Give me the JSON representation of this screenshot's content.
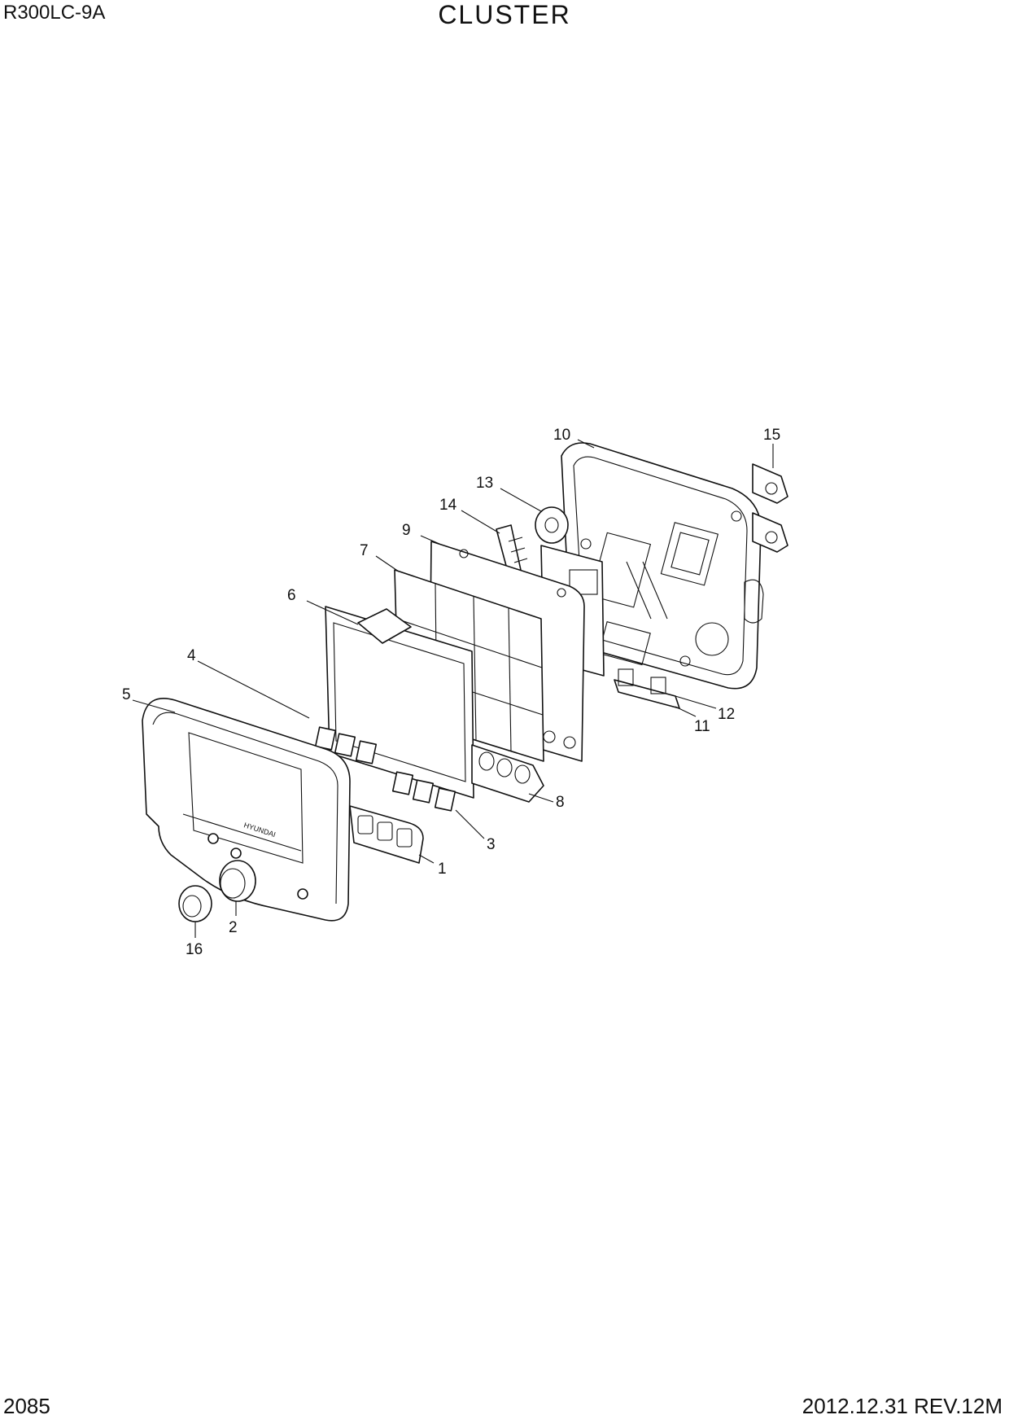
{
  "header": {
    "model": "R300LC-9A",
    "title": "CLUSTER"
  },
  "footer": {
    "page": "2085",
    "revision": "2012.12.31  REV.12M"
  },
  "callouts": {
    "c1": "1",
    "c2": "2",
    "c3": "3",
    "c4": "4",
    "c5": "5",
    "c6": "6",
    "c7": "7",
    "c8": "8",
    "c9": "9",
    "c10": "10",
    "c11": "11",
    "c12": "12",
    "c13": "13",
    "c14": "14",
    "c15": "15",
    "c16": "16"
  },
  "brand_mark": "HYUNDAI"
}
